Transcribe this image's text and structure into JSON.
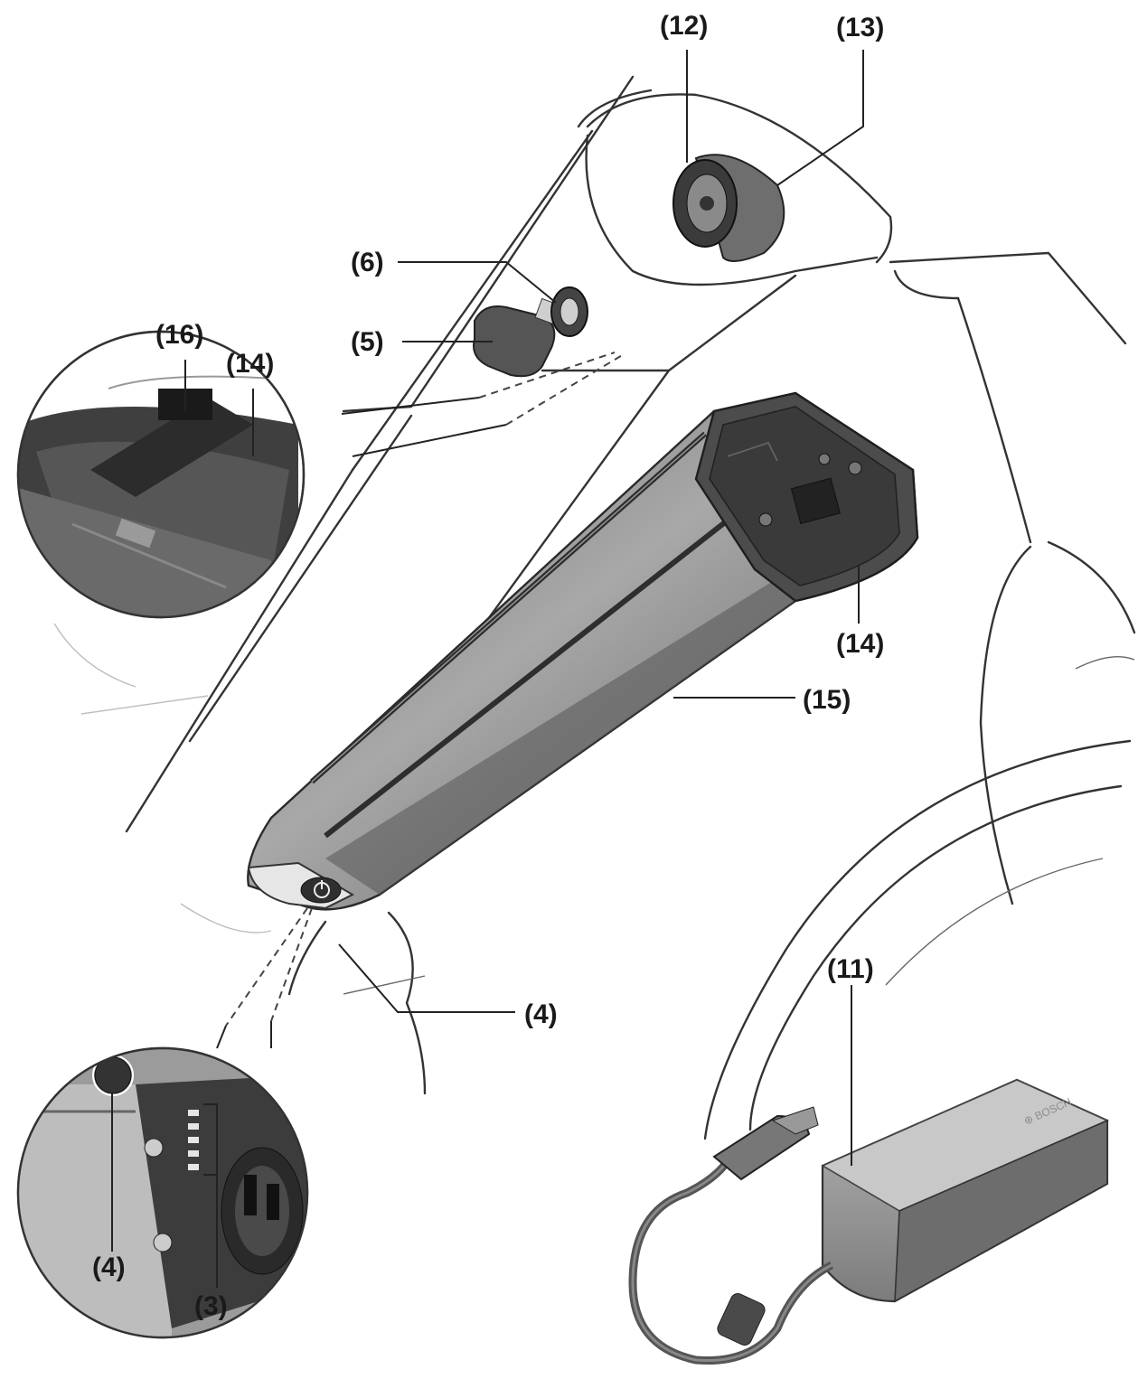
{
  "callouts": {
    "c12": "(12)",
    "c13": "(13)",
    "c6": "(6)",
    "c5": "(5)",
    "c16": "(16)",
    "c14_detail": "(14)",
    "c14_battery": "(14)",
    "c15": "(15)",
    "c4_main": "(4)",
    "c11": "(11)",
    "c4_detail": "(4)",
    "c3": "(3)"
  }
}
